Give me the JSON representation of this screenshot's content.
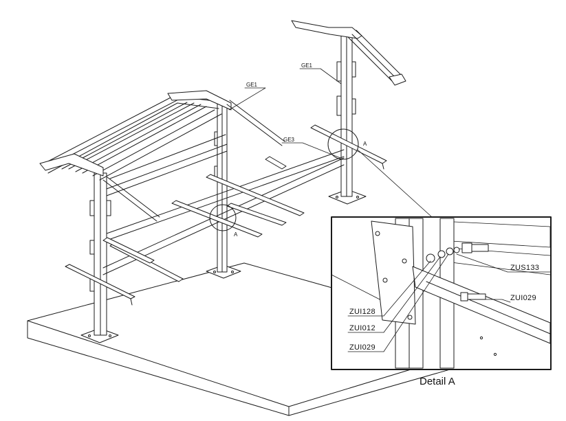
{
  "labels": {
    "ge1_left": "GE1",
    "ge1_right": "GE1",
    "ge3": "GE3",
    "a_right": "A",
    "a_mid": "A"
  },
  "detail": {
    "caption": "Detail A",
    "parts": {
      "zus133": "ZUS133",
      "zui029_right": "ZUI029",
      "zui128": "ZUI128",
      "zui012": "ZUI012",
      "zui029_left": "ZUI029"
    }
  },
  "colors": {
    "line": "#1a1a1a",
    "background": "#ffffff"
  }
}
